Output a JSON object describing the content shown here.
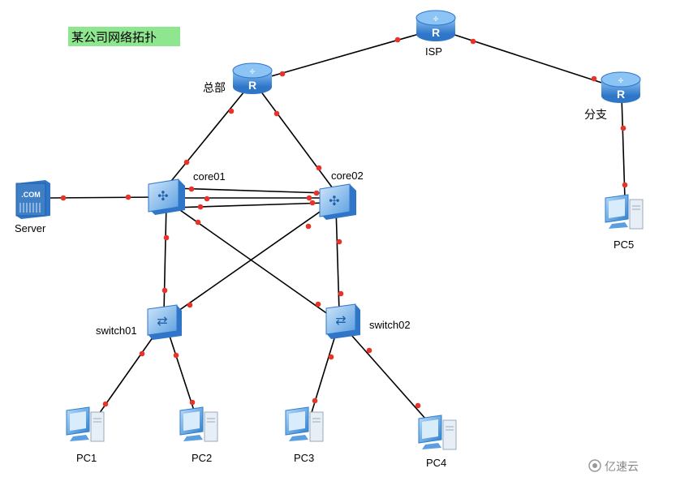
{
  "title": "某公司网络拓扑",
  "nodes": {
    "isp": {
      "label": "ISP",
      "type": "router"
    },
    "hq": {
      "label": "总部",
      "type": "router"
    },
    "branch": {
      "label": "分支",
      "type": "router"
    },
    "core01": {
      "label": "core01",
      "type": "l3-switch"
    },
    "core02": {
      "label": "core02",
      "type": "l3-switch"
    },
    "server": {
      "label": "Server",
      "type": "server",
      "icon_text": ".COM"
    },
    "switch01": {
      "label": "switch01",
      "type": "switch"
    },
    "switch02": {
      "label": "switch02",
      "type": "switch"
    },
    "pc1": {
      "label": "PC1",
      "type": "pc"
    },
    "pc2": {
      "label": "PC2",
      "type": "pc"
    },
    "pc3": {
      "label": "PC3",
      "type": "pc"
    },
    "pc4": {
      "label": "PC4",
      "type": "pc"
    },
    "pc5": {
      "label": "PC5",
      "type": "pc"
    }
  },
  "links": [
    [
      "hq",
      "isp"
    ],
    [
      "isp",
      "branch"
    ],
    [
      "branch",
      "pc5"
    ],
    [
      "hq",
      "core01"
    ],
    [
      "hq",
      "core02"
    ],
    [
      "core01",
      "core02"
    ],
    [
      "core01",
      "core02"
    ],
    [
      "core01",
      "core02"
    ],
    [
      "server",
      "core01"
    ],
    [
      "core01",
      "switch01"
    ],
    [
      "core01",
      "switch02"
    ],
    [
      "core02",
      "switch01"
    ],
    [
      "core02",
      "switch02"
    ],
    [
      "switch01",
      "pc1"
    ],
    [
      "switch01",
      "pc2"
    ],
    [
      "switch02",
      "pc3"
    ],
    [
      "switch02",
      "pc4"
    ]
  ],
  "colors": {
    "link": "#000000",
    "port": "#e8332a",
    "device": "#3f8ad6",
    "title_bg": "#8ee68e"
  },
  "watermark": "亿速云"
}
